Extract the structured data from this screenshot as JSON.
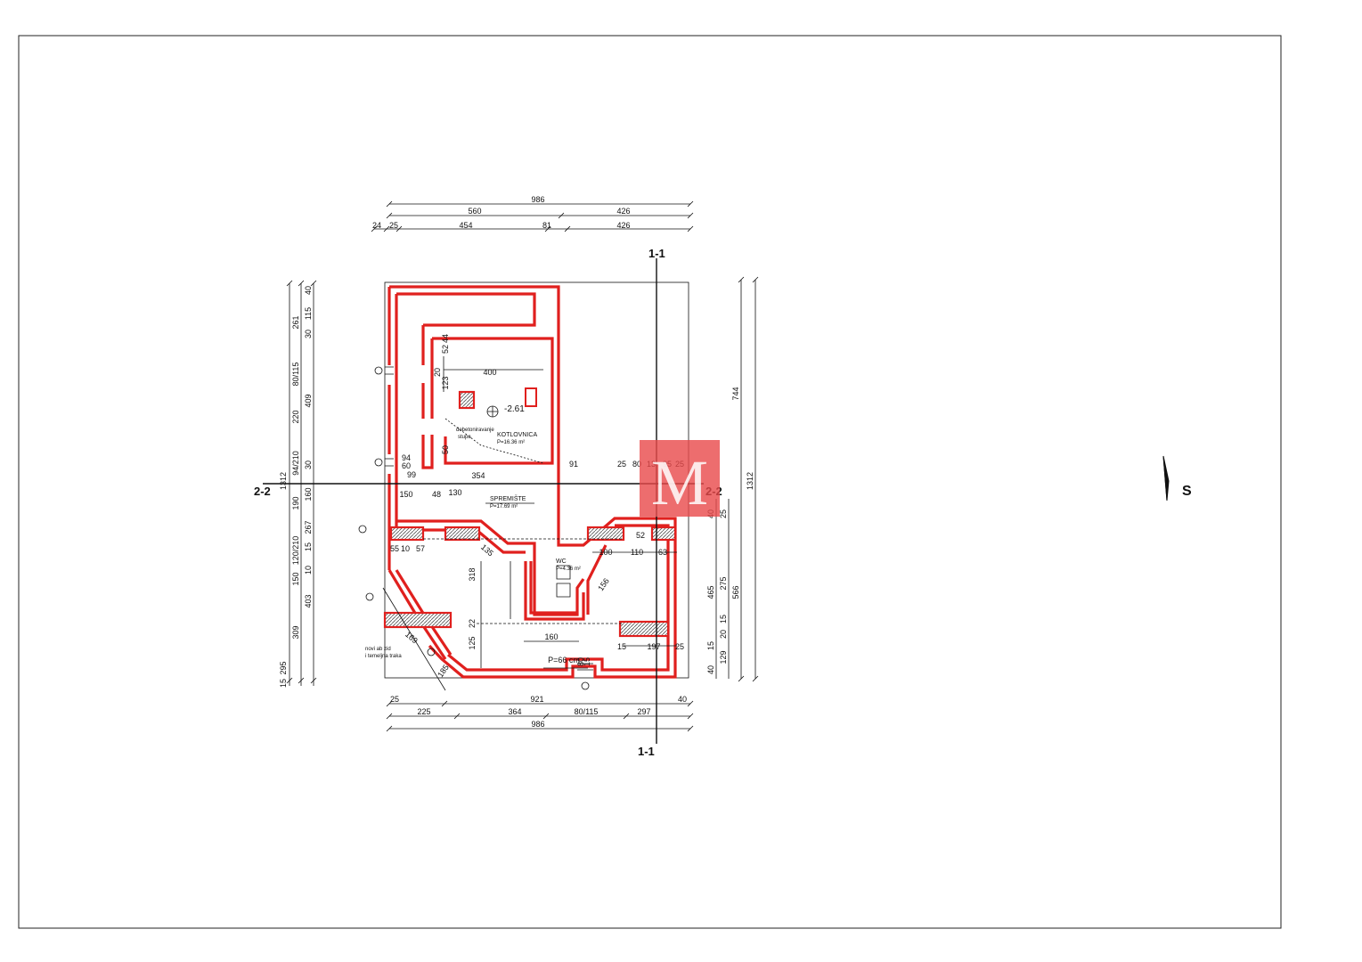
{
  "plan": {
    "top_dims": {
      "total": "986",
      "row2": [
        "560",
        "426"
      ],
      "row3": [
        "24",
        "25",
        "454",
        "81",
        "426"
      ]
    },
    "bottom_dims": {
      "row1": [
        "25",
        "921",
        "40"
      ],
      "row2": [
        "225",
        "364",
        "80/115",
        "297"
      ],
      "total": "986"
    },
    "left_dims": {
      "outer": [
        "1312",
        "15",
        "295"
      ],
      "mid": [
        "261",
        "80/115",
        "220",
        "94/210",
        "190",
        "120/210",
        "150",
        "309"
      ],
      "inner": [
        "40",
        "115",
        "30",
        "409",
        "30",
        "160",
        "15",
        "267",
        "10",
        "403"
      ]
    },
    "right_dims": {
      "outer": [
        "1312"
      ],
      "mid": [
        "744",
        "566"
      ],
      "inner": [
        "465",
        "275",
        "40",
        "25",
        "15",
        "20",
        "15",
        "129",
        "40"
      ]
    },
    "section_marks": {
      "vertical": "1-1",
      "horizontal": "2-2"
    },
    "rooms": [
      {
        "name": "KOTLOVNICA",
        "area": "P=16.36 m²"
      },
      {
        "name": "SPREMIŠTE",
        "area": "P=17.69 m²"
      },
      {
        "name": "WC",
        "area": "P=4.36 m²"
      }
    ],
    "level": "-2.61",
    "notes": [
      "dobetoniravanje",
      "stupa",
      "novi ab zid",
      "i temeljna traka"
    ],
    "interior_dims": [
      "400",
      "354",
      "91",
      "25",
      "80",
      "13",
      "95",
      "25",
      "150",
      "48",
      "130",
      "99",
      "94",
      "60",
      "55",
      "10",
      "57",
      "100",
      "110",
      "63",
      "52",
      "318",
      "160",
      "125",
      "22",
      "15",
      "197",
      "25",
      "P=66 cm",
      "80",
      "15",
      "50",
      "52",
      "44",
      "123",
      "20",
      "135",
      "156",
      "169",
      "185"
    ]
  },
  "north_label": "S",
  "watermark": "M",
  "colors": {
    "wall": "#e0201e",
    "line": "#111111",
    "watermark": "#e8484a"
  }
}
